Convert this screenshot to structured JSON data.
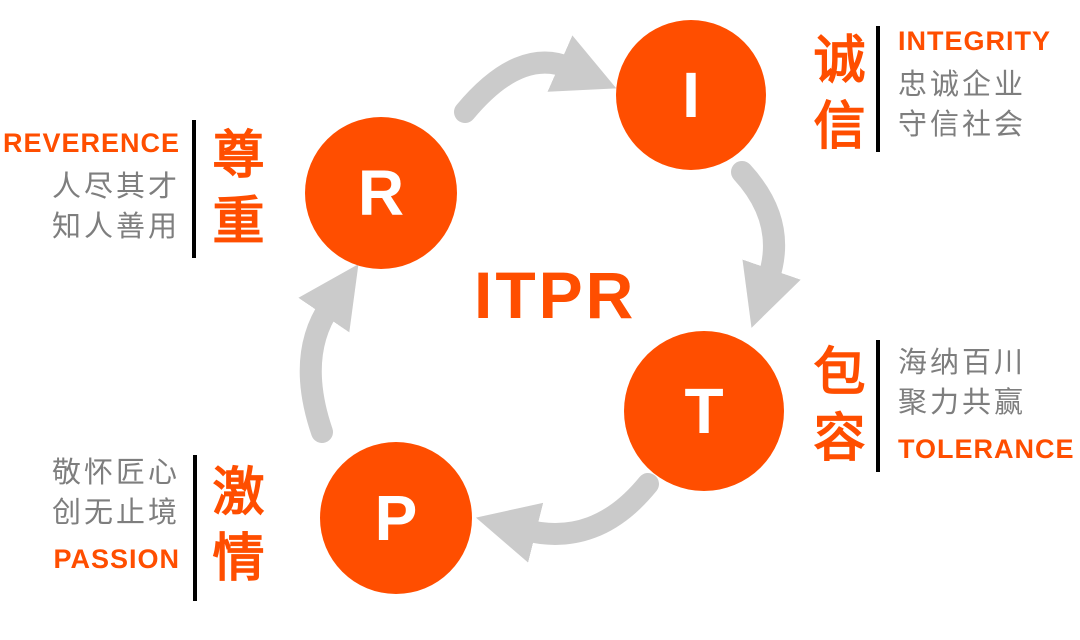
{
  "center_title": "ITPR",
  "nodes": {
    "reverence": {
      "letter": "R",
      "cn": "尊重",
      "en": "REVERENCE",
      "lines": [
        "人尽其才",
        "知人善用"
      ]
    },
    "integrity": {
      "letter": "I",
      "cn": "诚信",
      "en": "INTEGRITY",
      "lines": [
        "忠诚企业",
        "守信社会"
      ]
    },
    "tolerance": {
      "letter": "T",
      "cn": "包容",
      "en": "TOLERANCE",
      "lines": [
        "海纳百川",
        "聚力共赢"
      ]
    },
    "passion": {
      "letter": "P",
      "cn": "激情",
      "en": "PASSION",
      "lines": [
        "敬怀匠心",
        "创无止境"
      ]
    }
  },
  "colors": {
    "accent": "#FF4E00",
    "gray_text": "#7E7E7E",
    "arrow_gray": "#CBCBCB",
    "divider": "#000000",
    "circle_letter": "#FFFFFF"
  }
}
